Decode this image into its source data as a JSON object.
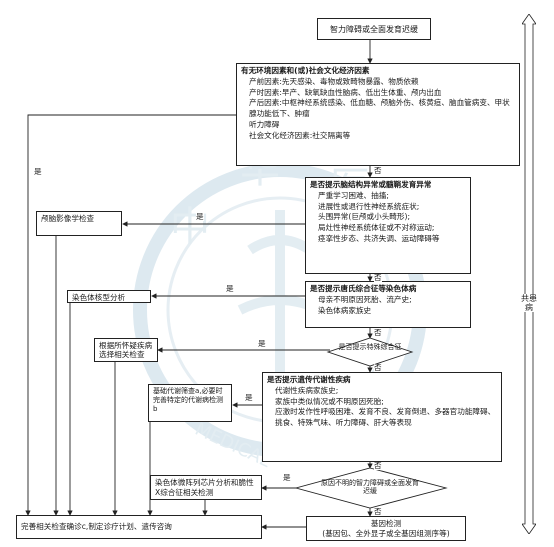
{
  "watermark": {
    "chars": [
      "中",
      "华",
      "医",
      "MEDICAL"
    ]
  },
  "title_box": "智力障碍或全面发育迟缓",
  "risk": {
    "heading": "有无环境因素和(或)社会文化经济因素",
    "items": [
      "产前因素:先天感染、毒物或致畸物暴露、物质依赖",
      "产时因素:早产、缺氧缺血性脑病、低出生体重、颅内出血",
      "产后因素:中枢神经系统感染、低血糖、颅脑外伤、核黄疸、脑血管病变、甲状腺功能低下、肿瘤",
      "听力障碍",
      "社会文化经济因素:社交隔离等"
    ]
  },
  "brain": {
    "heading": "是否提示脑结构异常或髓鞘发育异常",
    "items": [
      "严重学习困难、抽搐;",
      "进展性或退行性神经系统症状;",
      "头围异常(巨颅或小头畸形);",
      "局灶性神经系统体征或不对称运动;",
      "痉挛性步态、共济失调、运动障碍等"
    ]
  },
  "down": {
    "heading": "是否提示唐氏综合征等染色体病",
    "items": [
      "母亲不明原因死胎、流产史;",
      "染色体病家族史"
    ]
  },
  "special": "是否提示特殊综合征",
  "metabolic": {
    "heading": "是否提示遗传代谢性疾病",
    "items": [
      "代谢性疾病家族史;",
      "家族中类似情况或不明原因死胎;",
      "应激时发作性呼吸困难、发育不良、发育倒退、多器官功能障碍、挑食、特殊气味、听力障碍、肝大等表现"
    ]
  },
  "unexplained": "原因不明的智力障碍或全面发育迟缓",
  "gene_test": {
    "line1": "基因检测",
    "line2": "(基因包、全外显子或全基因组测序等)"
  },
  "left": {
    "imaging": "颅脑影像学检查",
    "karyotype": "染色体核型分析",
    "targeted": "根据所怀疑疾病选择相关检查",
    "metabolic_screen": "基础代谢筛查a,必要时完善特定的代谢病检测b",
    "microarray": "染色体微阵列芯片分析和脆性X综合征相关检测",
    "final": "完善相关检查确诊c,制定诊疗计划、遗传咨询"
  },
  "side_label": "共患病",
  "labels": {
    "yes": "是",
    "no": "否"
  }
}
